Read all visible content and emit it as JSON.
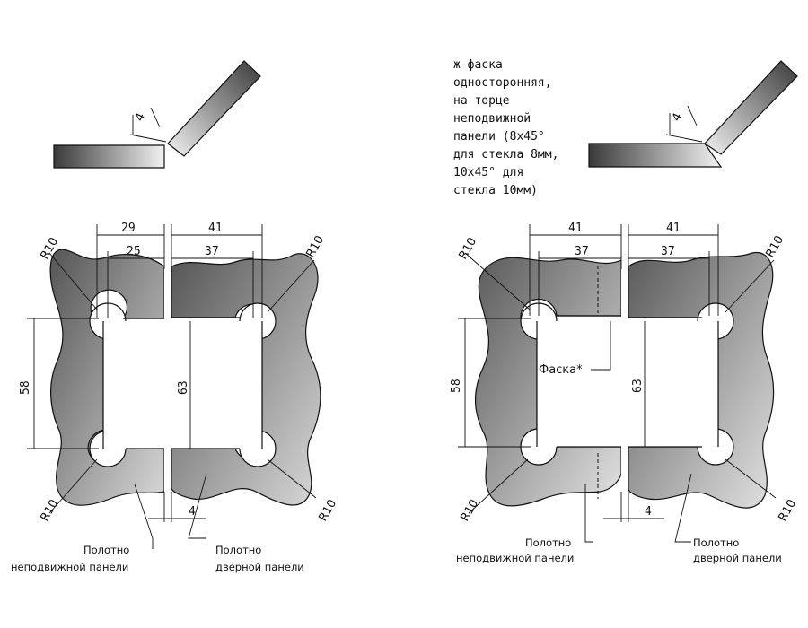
{
  "note": {
    "lines": [
      "ж-фаска",
      "односторонняя,",
      "на торце",
      "неподвижной",
      "панели (8x45°",
      "для стекла 8мм,",
      "10x45° для",
      "стекла 10мм)"
    ]
  },
  "left": {
    "gap_top": "4",
    "dims": {
      "w_outer_left": "29",
      "w_inner_left": "25",
      "w_outer_right": "41",
      "w_inner_right": "37",
      "h_left": "58",
      "h_center": "63",
      "gap_bottom": "4",
      "r_tl": "R10",
      "r_tr": "R10",
      "r_bl": "R10",
      "r_br": "R10"
    },
    "labels": {
      "fixed_l1": "Полотно",
      "fixed_l2": "неподвижной панели",
      "door_l1": "Полотно",
      "door_l2": "дверной панели"
    }
  },
  "right": {
    "gap_top": "4",
    "dims": {
      "w_outer_left": "41",
      "w_inner_left": "37",
      "w_outer_right": "41",
      "w_inner_right": "37",
      "h_left": "58",
      "h_center": "63",
      "gap_bottom": "4",
      "r_tl": "R10",
      "r_tr": "R10",
      "r_bl": "R10",
      "r_br": "R10"
    },
    "chamfer_label": "Фаска*",
    "labels": {
      "fixed_l1": "Полотно",
      "fixed_l2": "неподвижной панели",
      "door_l1": "Полотно",
      "door_l2": "дверной панели"
    }
  },
  "colors": {
    "outline": "#111111",
    "metal_dark": "#3a3a3a",
    "metal_light": "#f2f2f2",
    "plate_dark": "#555555",
    "plate_light": "#d8d8d8"
  }
}
